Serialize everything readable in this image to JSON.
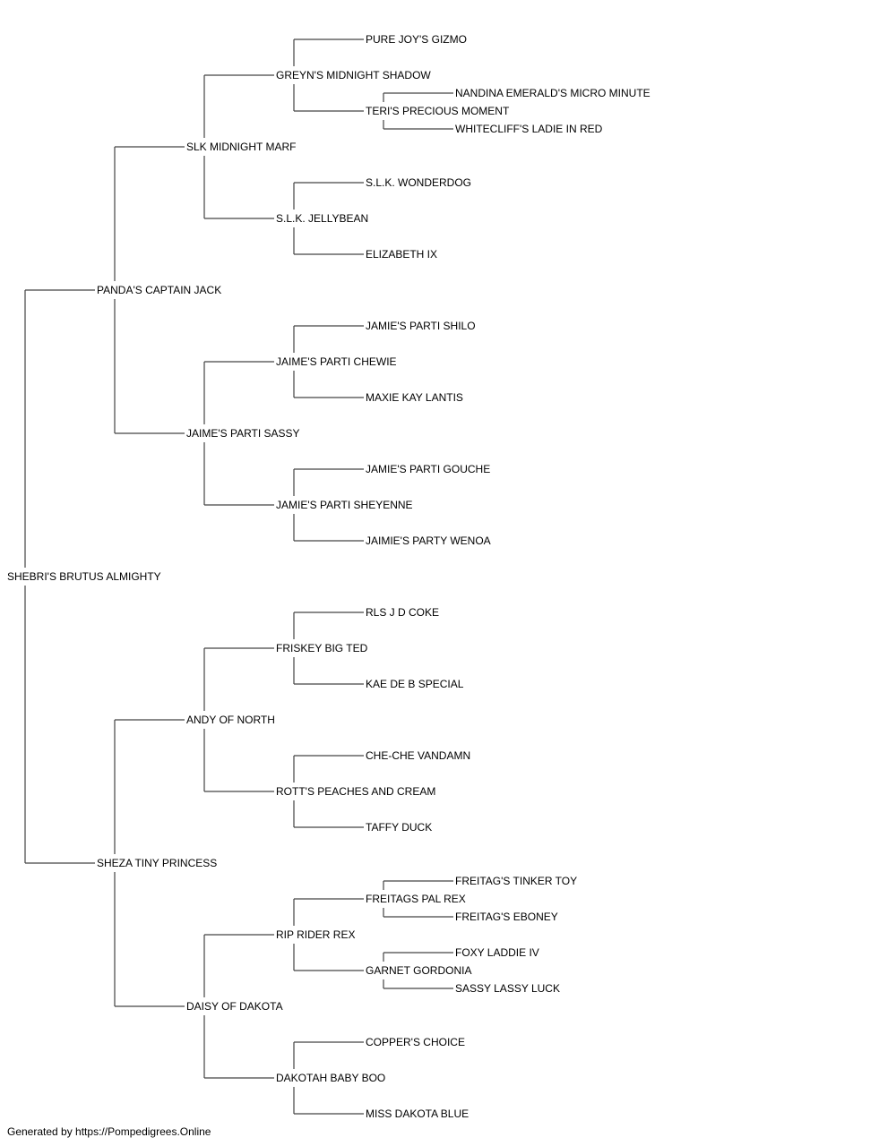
{
  "pedigree": {
    "name": "SHEBRI'S BRUTUS ALMIGHTY",
    "sire": {
      "name": "PANDA'S CAPTAIN JACK",
      "sire": {
        "name": "SLK MIDNIGHT MARF",
        "sire": {
          "name": "GREYN'S MIDNIGHT SHADOW",
          "sire": {
            "name": "PURE JOY'S GIZMO"
          },
          "dam": {
            "name": "TERI'S PRECIOUS MOMENT",
            "sire": {
              "name": "NANDINA EMERALD'S MICRO MINUTE"
            },
            "dam": {
              "name": "WHITECLIFF'S LADIE IN RED"
            }
          }
        },
        "dam": {
          "name": "S.L.K. JELLYBEAN",
          "sire": {
            "name": "S.L.K. WONDERDOG"
          },
          "dam": {
            "name": "ELIZABETH IX"
          }
        }
      },
      "dam": {
        "name": "JAIME'S PARTI SASSY",
        "sire": {
          "name": "JAIME'S PARTI CHEWIE",
          "sire": {
            "name": "JAMIE'S PARTI SHILO"
          },
          "dam": {
            "name": "MAXIE KAY LANTIS"
          }
        },
        "dam": {
          "name": "JAMIE'S PARTI SHEYENNE",
          "sire": {
            "name": "JAMIE'S PARTI GOUCHE"
          },
          "dam": {
            "name": "JAIMIE'S PARTY WENOA"
          }
        }
      }
    },
    "dam": {
      "name": "SHEZA TINY PRINCESS",
      "sire": {
        "name": "ANDY OF NORTH",
        "sire": {
          "name": "FRISKEY BIG TED",
          "sire": {
            "name": "RLS J D COKE"
          },
          "dam": {
            "name": "KAE DE B SPECIAL"
          }
        },
        "dam": {
          "name": "ROTT'S PEACHES AND CREAM",
          "sire": {
            "name": "CHE-CHE VANDAMN"
          },
          "dam": {
            "name": "TAFFY DUCK"
          }
        }
      },
      "dam": {
        "name": "DAISY OF DAKOTA",
        "sire": {
          "name": "RIP RIDER REX",
          "sire": {
            "name": "FREITAGS PAL REX",
            "sire": {
              "name": "FREITAG'S TINKER TOY"
            },
            "dam": {
              "name": "FREITAG'S EBONEY"
            }
          },
          "dam": {
            "name": "GARNET GORDONIA",
            "sire": {
              "name": "FOXY LADDIE IV"
            },
            "dam": {
              "name": "SASSY LASSY LUCK"
            }
          }
        },
        "dam": {
          "name": "DAKOTAH BABY BOO",
          "sire": {
            "name": "COPPER'S CHOICE"
          },
          "dam": {
            "name": "MISS DAKOTA BLUE"
          }
        }
      }
    }
  },
  "footer": "Generated by https://Pompedigrees.Online"
}
